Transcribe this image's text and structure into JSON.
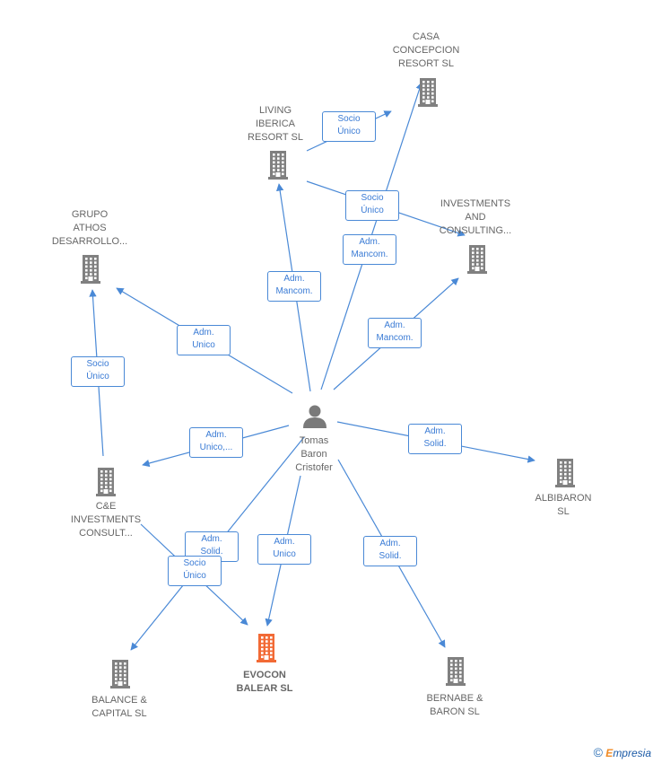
{
  "colors": {
    "edge": "#4a89d6",
    "building": "#808080",
    "highlight": "#f26a35",
    "person": "#7a7a7a"
  },
  "person": {
    "name_lines": [
      "Tomas",
      "Baron",
      "Cristofer"
    ],
    "icon": "person-icon"
  },
  "companies": [
    {
      "id": "casa",
      "lines": [
        "CASA",
        "CONCEPCION",
        "RESORT  SL"
      ],
      "icon": "building-icon"
    },
    {
      "id": "living",
      "lines": [
        "LIVING",
        "IBERICA",
        "RESORT  SL"
      ],
      "icon": "building-icon"
    },
    {
      "id": "investments",
      "lines": [
        "INVESTMENTS",
        "AND",
        "CONSULTING..."
      ],
      "icon": "building-icon"
    },
    {
      "id": "grupo",
      "lines": [
        "GRUPO",
        "ATHOS",
        "DESARROLLO..."
      ],
      "icon": "building-icon"
    },
    {
      "id": "albibaron",
      "lines": [
        "ALBIBARON",
        "SL"
      ],
      "icon": "building-icon"
    },
    {
      "id": "ce",
      "lines": [
        "C&E",
        "INVESTMENTS",
        "CONSULT..."
      ],
      "icon": "building-icon"
    },
    {
      "id": "evocon",
      "lines": [
        "EVOCON",
        "BALEAR  SL"
      ],
      "icon": "building-icon",
      "highlight": true
    },
    {
      "id": "balance",
      "lines": [
        "BALANCE &",
        "CAPITAL  SL"
      ],
      "icon": "building-icon"
    },
    {
      "id": "bernabe",
      "lines": [
        "BERNABE &",
        "BARON  SL"
      ],
      "icon": "building-icon"
    }
  ],
  "relations": [
    {
      "id": "r1",
      "lines": [
        "Socio",
        "Único"
      ]
    },
    {
      "id": "r2",
      "lines": [
        "Socio",
        "Único"
      ]
    },
    {
      "id": "r3",
      "lines": [
        "Adm.",
        "Mancom."
      ]
    },
    {
      "id": "r4",
      "lines": [
        "Adm.",
        "Mancom."
      ]
    },
    {
      "id": "r5",
      "lines": [
        "Adm.",
        "Mancom."
      ]
    },
    {
      "id": "r6",
      "lines": [
        "Adm.",
        "Unico"
      ]
    },
    {
      "id": "r7",
      "lines": [
        "Socio",
        "Único"
      ]
    },
    {
      "id": "r8",
      "lines": [
        "Adm.",
        "Unico,..."
      ]
    },
    {
      "id": "r9",
      "lines": [
        "Adm.",
        "Solid."
      ]
    },
    {
      "id": "r10",
      "lines": [
        "Adm.",
        "Solid."
      ]
    },
    {
      "id": "r11",
      "lines": [
        "Adm.",
        "Unico"
      ]
    },
    {
      "id": "r12",
      "lines": [
        "Adm.",
        "Solid."
      ]
    },
    {
      "id": "r13",
      "lines": [
        "Socio",
        "Único"
      ]
    }
  ],
  "watermark": {
    "symbol": "©",
    "brand_first": "E",
    "brand_rest": "mpresia"
  }
}
